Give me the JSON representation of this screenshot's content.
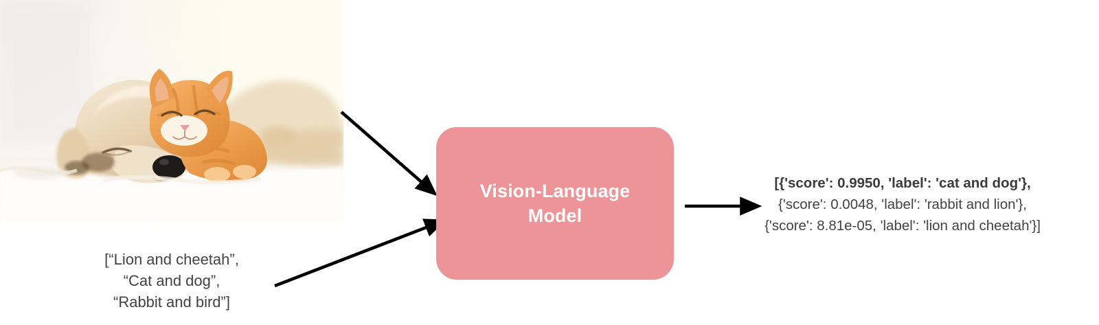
{
  "diagram": {
    "background_color": "#ffffff",
    "text_color": "#434343",
    "model_box": {
      "label": "Vision-Language\nModel",
      "label_line1": "Vision-Language",
      "label_line2": "Model",
      "fill_color": "#ed9499",
      "text_color": "#ffffff",
      "corner_radius": 30
    },
    "image_input": {
      "alt": "Photo of a sleeping golden puppy and an orange tabby kitten cuddling on a white blanket",
      "icon": "photo-image"
    },
    "text_input": {
      "lines": [
        "[“Lion and cheetah”,",
        "“Cat and dog”,",
        "“Rabbit and bird”]"
      ]
    },
    "output": {
      "lines": [
        {
          "text": "[{'score': 0.9950, 'label': 'cat and dog'},",
          "bold": true
        },
        {
          "text": "{'score': 0.0048, 'label': 'rabbit and lion'},",
          "bold": false
        },
        {
          "text": "{'score': 8.81e-05, 'label': 'lion and cheetah'}]",
          "bold": false
        }
      ],
      "predictions": [
        {
          "score": "0.9950",
          "label": "cat and dog"
        },
        {
          "score": "0.0048",
          "label": "rabbit and lion"
        },
        {
          "score": "8.81e-05",
          "label": "lion and cheetah"
        }
      ]
    },
    "arrows": [
      {
        "name": "image-to-model-arrow",
        "color": "#000000"
      },
      {
        "name": "text-to-model-arrow",
        "color": "#000000"
      },
      {
        "name": "model-to-output-arrow",
        "color": "#000000"
      }
    ]
  }
}
